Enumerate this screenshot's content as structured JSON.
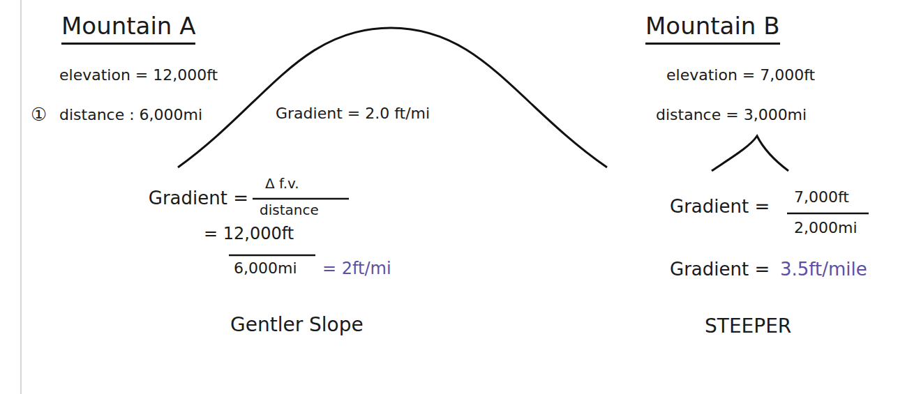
{
  "diagram": {
    "labels": [
      "①",
      "Mountain A",
      "elevation = 12,000ft",
      "distance : 6,000mi",
      "Gradient = 2.0 ft/mi",
      "Mountain B",
      "elevation = 7,000ft",
      "distance = 3,000mi",
      "Gradient =",
      "Δ f.v.",
      "distance",
      "= 12,000ft",
      "6,000mi",
      "= 2ft/mi",
      "Gradient =",
      "7,000ft",
      "2,000mi",
      "Gradient =",
      "3.5ft/mile",
      "Gentler Slope",
      "STEEPER"
    ]
  }
}
